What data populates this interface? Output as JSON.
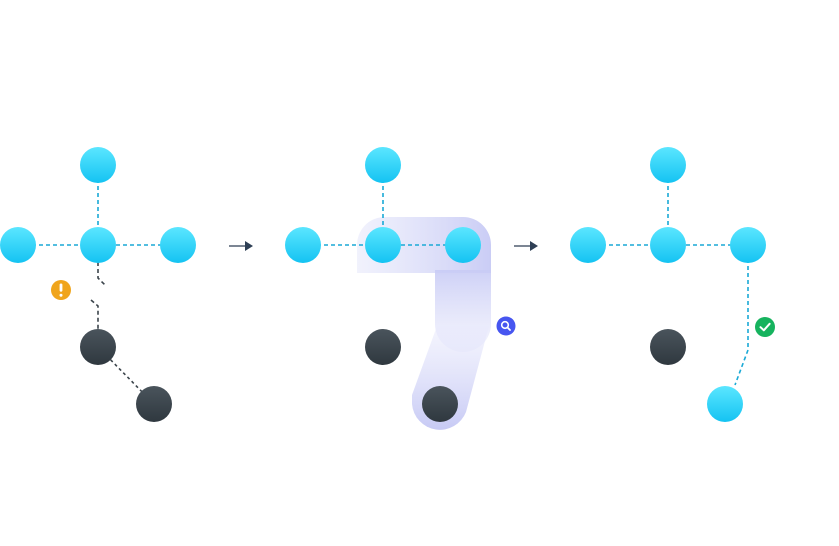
{
  "colors": {
    "node_active": "#2fd0f7",
    "node_inactive": "#3b444b",
    "link_active": "#1aa9d6",
    "link_broken": "#3b444b",
    "warning": "#f0a51c",
    "search": "#4756f0",
    "success": "#16b35e",
    "highlight": "#c9ccf6",
    "arrow": "#2e3f55"
  },
  "icons": {
    "warning": "exclamation-icon",
    "search": "magnifier-icon",
    "success": "check-icon",
    "arrow": "arrow-right-icon"
  },
  "panels": [
    {
      "state": "broken-connection",
      "badge": "warning"
    },
    {
      "state": "searching",
      "badge": "search"
    },
    {
      "state": "reconnected",
      "badge": "success"
    }
  ]
}
